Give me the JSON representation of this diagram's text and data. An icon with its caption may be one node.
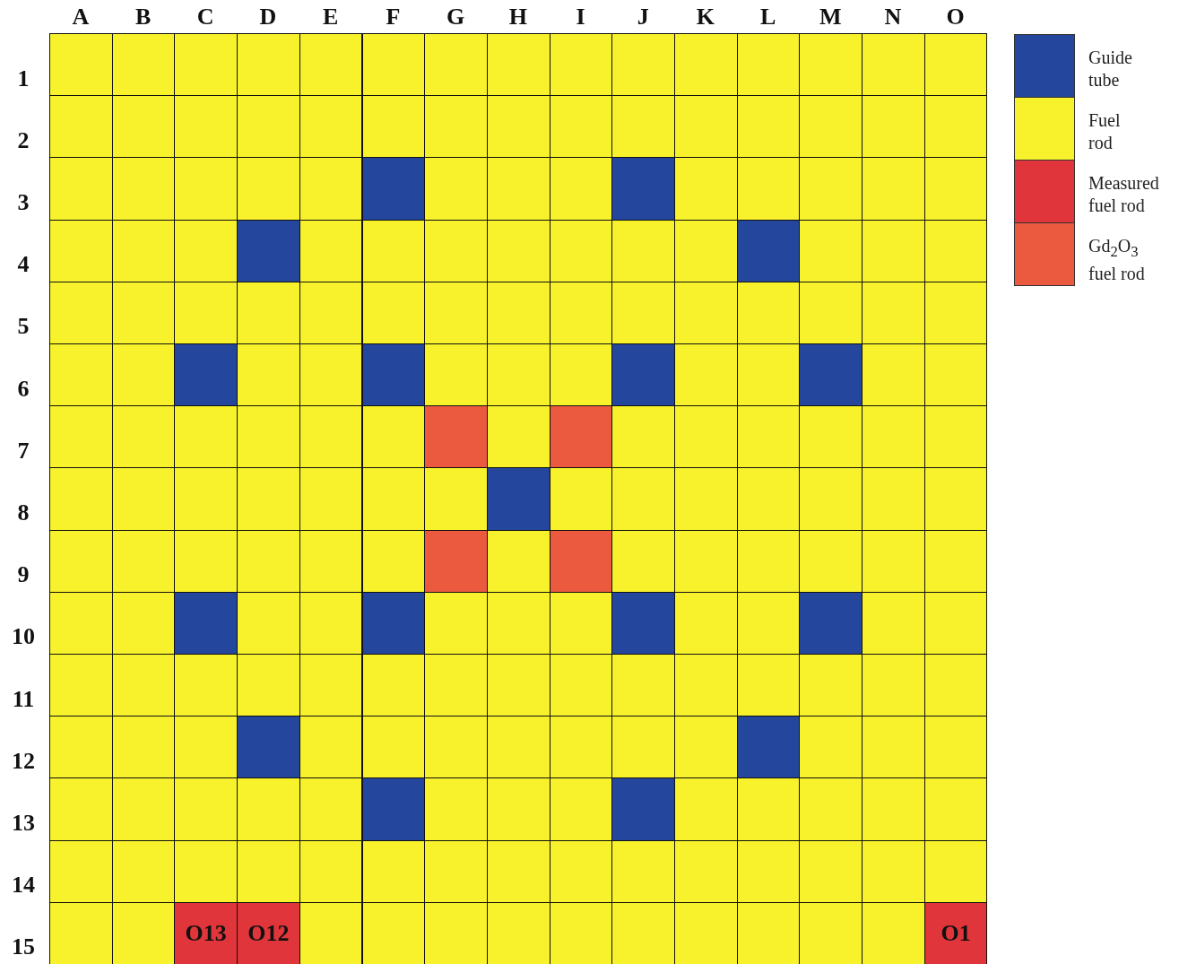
{
  "diagram": {
    "nodes": [
      {
        "text": [],
        "shape": "box"
      },
      {
        "text": [],
        "shape": "box"
      },
      {
        "text": [],
        "shape": "box"
      },
      {
        "text": [],
        "shape": "box"
      },
      {
        "text": [],
        "shape": "box"
      },
      {
        "text": [],
        "shape": "box"
      },
      {
        "text": [],
        "shape": "box"
      },
      {
        "text": [],
        "shape": "box"
      },
      {
        "text": [],
        "shape": "box"
      },
      {
        "text": [],
        "shape": "box"
      },
      {
        "text": [],
        "shape": "box"
      },
      {
        "text": [],
        "shape": "box"
      },
      {
        "text": [],
        "shape": "box"
      },
      {
        "text": [],
        "shape": "box"
      },
      {
        "text": [],
        "shape": "box"
      },
      {
        "text": [],
        "shape": "box"
      },
      {
        "text": [],
        "shape": "box"
      },
      {
        "text": [],
        "shape": "box"
      },
      {
        "text": [],
        "shape": "box"
      },
      {
        "text": [],
        "shape": "box"
      },
      {
        "text": [],
        "shape": "box"
      },
      {
        "text": [],
        "shape": "box"
      },
      {
        "text": [],
        "shape": "box"
      },
      {
        "text": [],
        "shape": "box"
      },
      {
        "text": [],
        "shape": "box"
      },
      {
        "text": [],
        "shape": "box"
      },
      {
        "text": [],
        "shape": "box"
      },
      {
        "text": [],
        "shape": "box"
      },
      {
        "text": [],
        "shape": "box"
      },
      {
        "text": [],
        "shape": "box"
      },
      {
        "text": [],
        "shape": "box"
      },
      {
        "text": [],
        "shape": "box"
      },
      {
        "text": [],
        "shape": "box"
      },
      {
        "text": [],
        "shape": "box"
      },
      {
        "text": [],
        "shape": "box"
      },
      {
        "text": [],
        "shape": "box"
      },
      {
        "text": [],
        "shape": "box"
      },
      {
        "text": [],
        "shape": "box"
      },
      {
        "text": [],
        "shape": "box"
      },
      {
        "text": [],
        "shape": "box"
      },
      {
        "text": [],
        "shape": "box"
      },
      {
        "text": [],
        "shape": "box"
      },
      {
        "text": [],
        "shape": "box"
      },
      {
        "text": [],
        "shape": "box"
      },
      {
        "text": [],
        "shape": "box"
      },
      {
        "text": [],
        "shape": "box"
      },
      {
        "text": [],
        "shape": "box"
      },
      {
        "text": [],
        "shape": "box"
      },
      {
        "text": [],
        "shape": "box"
      },
      {
        "text": [],
        "shape": "box"
      },
      {
        "text": [],
        "shape": "box"
      },
      {
        "text": [],
        "shape": "box"
      },
      {
        "text": [],
        "shape": "box"
      },
      {
        "text": [],
        "shape": "box"
      },
      {
        "text": [],
        "shape": "box"
      },
      {
        "text": [],
        "shape": "box"
      },
      {
        "text": [],
        "shape": "box"
      },
      {
        "text": [],
        "shape": "box"
      },
      {
        "text": [],
        "shape": "box"
      },
      {
        "text": [],
        "shape": "box"
      },
      {
        "text": [],
        "shape": "box"
      },
      {
        "text": [],
        "shape": "box"
      },
      {
        "text": [],
        "shape": "box"
      },
      {
        "text": [],
        "shape": "box"
      },
      {
        "text": [],
        "shape": "box"
      },
      {
        "text": [],
        "shape": "box"
      },
      {
        "text": [],
        "shape": "box"
      },
      {
        "text": [],
        "shape": "box"
      },
      {
        "text": [],
        "shape": "box"
      },
      {
        "text": [],
        "shape": "box"
      },
      {
        "text": [],
        "shape": "box"
      },
      {
        "text": [],
        "shape": "box"
      },
      {
        "text": [],
        "shape": "box"
      },
      {
        "text": [],
        "shape": "box"
      },
      {
        "text": [],
        "shape": "box"
      },
      {
        "text": [],
        "shape": "box"
      },
      {
        "text": [],
        "shape": "box"
      },
      {
        "text": [],
        "shape": "box"
      },
      {
        "text": [],
        "shape": "box"
      },
      {
        "text": [],
        "shape": "box"
      },
      {
        "text": [],
        "shape": "box"
      },
      {
        "text": [],
        "shape": "box"
      },
      {
        "text": [],
        "shape": "box"
      },
      {
        "text": [],
        "shape": "box"
      },
      {
        "text": [],
        "shape": "box"
      },
      {
        "text": [],
        "shape": "box"
      },
      {
        "text": [],
        "shape": "box"
      },
      {
        "text": [],
        "shape": "box"
      },
      {
        "text": [],
        "shape": "box"
      },
      {
        "text": [],
        "shape": "box"
      },
      {
        "text": [],
        "shape": "box"
      },
      {
        "text": [],
        "shape": "box"
      },
      {
        "text": [],
        "shape": "box"
      },
      {
        "text": [],
        "shape": "box"
      },
      {
        "text": [],
        "shape": "box"
      },
      {
        "text": [],
        "shape": "box"
      },
      {
        "text": [],
        "shape": "box"
      },
      {
        "text": [],
        "shape": "box"
      },
      {
        "text": [],
        "shape": "box"
      },
      {
        "text": [],
        "shape": "box"
      },
      {
        "text": [],
        "shape": "box"
      },
      {
        "text": [],
        "shape": "box"
      },
      {
        "text": [],
        "shape": "box"
      },
      {
        "text": [],
        "shape": "box"
      },
      {
        "text": [],
        "shape": "box"
      },
      {
        "text": [],
        "shape": "box"
      },
      {
        "text": [],
        "shape": "box"
      },
      {
        "text": [],
        "shape": "box"
      },
      {
        "text": [],
        "shape": "box"
      },
      {
        "text": [],
        "shape": "box"
      },
      {
        "text": [],
        "shape": "box"
      },
      {
        "text": [],
        "shape": "box"
      },
      {
        "text": [],
        "shape": "box"
      },
      {
        "text": [],
        "shape": "box"
      },
      {
        "text": [],
        "shape": "box"
      },
      {
        "text": [],
        "shape": "box"
      },
      {
        "text": [],
        "shape": "box"
      },
      {
        "text": [],
        "shape": "box"
      },
      {
        "text": [],
        "shape": "box"
      },
      {
        "text": [],
        "shape": "box"
      },
      {
        "text": [],
        "shape": "box"
      },
      {
        "text": [],
        "shape": "box"
      },
      {
        "text": [],
        "shape": "box"
      },
      {
        "text": [],
        "shape": "box"
      },
      {
        "text": [],
        "shape": "box"
      },
      {
        "text": [],
        "shape": "box"
      },
      {
        "text": [],
        "shape": "box"
      },
      {
        "text": [],
        "shape": "box"
      },
      {
        "text": [],
        "shape": "box"
      },
      {
        "text": [],
        "shape": "box"
      },
      {
        "text": [],
        "shape": "box"
      },
      {
        "text": [],
        "shape": "box"
      },
      {
        "text": [],
        "shape": "box"
      },
      {
        "text": [],
        "shape": "box"
      },
      {
        "text": [],
        "shape": "box"
      },
      {
        "text": [],
        "shape": "box"
      },
      {
        "text": [],
        "shape": "box"
      },
      {
        "text": [],
        "shape": "box"
      },
      {
        "text": [],
        "shape": "box"
      },
      {
        "text": [],
        "shape": "box"
      },
      {
        "text": [],
        "shape": "box"
      },
      {
        "text": [],
        "shape": "box"
      },
      {
        "text": [],
        "shape": "box"
      },
      {
        "text": [],
        "shape": "box"
      },
      {
        "text": [],
        "shape": "box"
      },
      {
        "text": [],
        "shape": "box"
      },
      {
        "text": [],
        "shape": "box"
      },
      {
        "text": [],
        "shape": "box"
      },
      {
        "text": [],
        "shape": "box"
      },
      {
        "text": [],
        "shape": "box"
      },
      {
        "text": [],
        "shape": "box"
      },
      {
        "text": [],
        "shape": "box"
      },
      {
        "text": [],
        "shape": "box"
      },
      {
        "text": [],
        "shape": "box"
      },
      {
        "text": [],
        "shape": "box"
      },
      {
        "text": [],
        "shape": "box"
      },
      {
        "text": [],
        "shape": "box"
      },
      {
        "text": [],
        "shape": "box"
      },
      {
        "text": [],
        "shape": "box"
      },
      {
        "text": [],
        "shape": "box"
      },
      {
        "text": [],
        "shape": "box"
      },
      {
        "text": [],
        "shape": "box"
      },
      {
        "text": [],
        "shape": "box"
      },
      {
        "text": [],
        "shape": "box"
      },
      {
        "text": [],
        "shape": "box"
      },
      {
        "text": [],
        "shape": "box"
      },
      {
        "text": [],
        "shape": "box"
      },
      {
        "text": [],
        "shape": "box"
      },
      {
        "text": [],
        "shape": "box"
      },
      {
        "text": [],
        "shape": "box"
      },
      {
        "text": [],
        "shape": "box"
      },
      {
        "text": [],
        "shape": "box"
      },
      {
        "text": [],
        "shape": "box"
      },
      {
        "text": [],
        "shape": "box"
      },
      {
        "text": [],
        "shape": "box"
      },
      {
        "text": [],
        "shape": "box"
      },
      {
        "text": [],
        "shape": "box"
      },
      {
        "text": [],
        "shape": "box"
      },
      {
        "text": [],
        "shape": "box"
      },
      {
        "text": [],
        "shape": "box"
      },
      {
        "text": [],
        "shape": "box"
      },
      {
        "text": [],
        "shape": "box"
      },
      {
        "text": [],
        "shape": "box"
      },
      {
        "text": [],
        "shape": "box"
      },
      {
        "text": [],
        "shape": "box"
      },
      {
        "text": [],
        "shape": "box"
      },
      {
        "text": [],
        "shape": "box"
      },
      {
        "text": [],
        "shape": "box"
      },
      {
        "text": [],
        "shape": "box"
      },
      {
        "text": [],
        "shape": "box"
      },
      {
        "text": [],
        "shape": "box"
      },
      {
        "text": [],
        "shape": "box"
      },
      {
        "text": [],
        "shape": "box"
      },
      {
        "text": [],
        "shape": "box"
      },
      {
        "text": [],
        "shape": "box"
      },
      {
        "text": [],
        "shape": "box"
      },
      {
        "text": [],
        "shape": "box"
      },
      {
        "text": [],
        "shape": "box"
      },
      {
        "text": [],
        "shape": "box"
      },
      {
        "text": [],
        "shape": "box"
      },
      {
        "text": [],
        "shape": "box"
      },
      {
        "text": [],
        "shape": "box"
      },
      {
        "text": [],
        "shape": "box"
      },
      {
        "text": [],
        "shape": "box"
      },
      {
        "text": [],
        "shape": "box"
      },
      {
        "text": [],
        "shape": "box"
      },
      {
        "text": [],
        "shape": "box"
      },
      {
        "text": [],
        "shape": "box"
      },
      {
        "text": [],
        "shape": "box"
      },
      {
        "text": [],
        "shape": "box"
      },
      {
        "text": [],
        "shape": "box"
      },
      {
        "text": [],
        "shape": "box"
      },
      {
        "text": [
          "O13"
        ]
      },
      {
        "text": [
          "O12"
        ]
      },
      {
        "text": [],
        "shape": "box"
      },
      {
        "text": [],
        "shape": "box"
      },
      {
        "text": [],
        "shape": "box"
      },
      {
        "text": [],
        "shape": "box"
      },
      {
        "text": [],
        "shape": "box"
      },
      {
        "text": [],
        "shape": "box"
      },
      {
        "text": [],
        "shape": "box"
      },
      {
        "text": [],
        "shape": "box"
      },
      {
        "text": [],
        "shape": "box"
      },
      {
        "text": [],
        "shape": "box"
      },
      {
        "text": [
          "O1"
        ]
      }
    ],
    "labels": [
      "A",
      "B",
      "C",
      "D",
      "E",
      "F",
      "G",
      "H",
      "I",
      "J",
      "K",
      "L",
      "M",
      "N",
      "O",
      "1",
      "2",
      "3",
      "4",
      "5",
      "6",
      "7",
      "8",
      "9",
      "10",
      "11",
      "12",
      "13",
      "14",
      "15"
    ],
    "legend": [
      {
        "text": "Guide tube",
        "color": "#24469c"
      },
      {
        "text": "Fuel rod",
        "color": "#f7f22c"
      },
      {
        "text": "Measured fuel rod",
        "color": "#e0353a"
      },
      {
        "text": "Gd$_{2}$O$_{3}$ fuel rod",
        "color": "#eb5a3f"
      }
    ]
  }
}
